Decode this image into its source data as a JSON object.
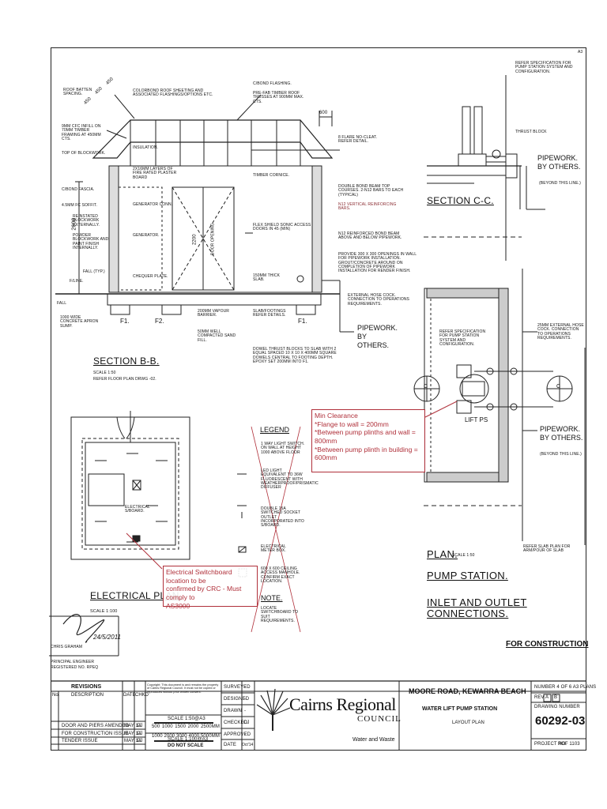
{
  "sheet": {
    "sheet_number": "A3",
    "status": "FOR CONSTRUCTION"
  },
  "section_cc": {
    "title": "SECTION C-C.",
    "notes": [
      "REFER SPECIFICATION FOR PUMP STATION SYSTEM AND CONFIGURATION.",
      "THRUST BLOCK"
    ],
    "pipework": "PIPEWORK. BY OTHERS.",
    "beyond": "(BEYOND THIS LINE.)"
  },
  "section_bb": {
    "title": "SECTION B-B.",
    "scale": "SCALE 1:50",
    "refer": "REFER FLOOR PLAN DRWG -02.",
    "dim_2600": "2600",
    "dim_2200": "2200",
    "dim_600": "600",
    "roof_dims": [
      "450",
      "450",
      "450"
    ],
    "door_label": "DOOR OPENING",
    "labels_left": [
      "ROOF BATTEN SPACING.",
      "9mm CFC INFILL ON 70mm TIMBER FRAMING AT 450mm CTS.",
      "TOP OF BLOCKWORK.",
      "C/BOND FASCIA.",
      "4.5mm FC SOFFIT.",
      "REINSTATED BLOCKWORK EXTERNALLY.",
      "POWDER BLOCKWORK AND PAINT FINISH INTERNALLY.",
      "FALL (TYP.)",
      "F/LINE.",
      "FALL",
      "1000 WIDE CONCRETE APRON SUMP."
    ],
    "labels_top": [
      "COLORBOND ROOF SHEETING AND ASSOCIATED FLASHINGS/OPTIONS ETC.",
      "C/BOND FLASHING.",
      "PRE-FAB TIMBER ROOF TRUSSES AT 900mm MAX. CTS.",
      "INSULATION.",
      "2X16mm LAYERS OF FIRE RATED PLASTER BOARD",
      "GENERATOR CONN.",
      "GENERATOR.",
      "CHEQUER PLATE.",
      "8 FLARE NO-CLEAT. REFER DETAIL.",
      "TIMBER CORNICE."
    ],
    "labels_right": [
      "DOUBLE BOND BEAM TOP COURSES. 2-N12 BARS TO EACH (TYPICAL)",
      "N12 VERTICAL REINFORCING BARS.",
      "FLEX SHIELD SONIC ACCESS DOORS IN 45 (MIN)",
      "N12 REINFORCED BOND BEAM ABOVE AND BELOW PIPEWORK.",
      "PROVIDE 300 X 300 OPENINGS IN WALL FOR PIPEWORK INSTALLATION. GROUT/CONCRETE AROUND ON COMPLETION OF PIPEWORK INSTALLATION FOR RENDER FINISH.",
      "150mm THICK SLAB.",
      "EXTERNAL HOSE COCK. CONNECTION TO OPERATIONS REQUIREMENTS.",
      "SLAB/FOOTINGS REFER DETAILS.",
      "200mm VAPOUR BARRIER.",
      "50mm WELL COMPACTED SAND FILL."
    ],
    "footings": [
      "F1.",
      "F2.",
      "F1."
    ],
    "pipework": "PIPEWORK. BY OTHERS.",
    "dowel_note": "DOWEL THRUST BLOCKS TO SLAB WITH 2 EQUAL SPACED 10 X 10 X 400mm SQUARE DOWELS CENTRAL TO FOOTING DEPTH. EPOXY SET 200mm INTO F1."
  },
  "plan": {
    "title": "PLAN.",
    "scale": "SCALE 1:50",
    "subtitle1": "PUMP STATION.",
    "subtitle2": "INLET AND OUTLET CONNECTIONS.",
    "lift_ps": "LIFT PS",
    "section_markers": [
      "C",
      "C"
    ],
    "notes": [
      "REFER SPECIFICATION FOR PUMP STATION SYSTEM AND CONFIGURATION.",
      "25mm EXTERNAL HOSE COCK. CONNECTION TO OPERATIONS REQUIREMENTS.",
      "REFER SLAB PLAN FOR ARM/POUR OF SLAB"
    ],
    "pipework": "PIPEWORK. BY OTHERS.",
    "beyond": "(BEYOND THIS LINE.)"
  },
  "legend": {
    "title": "LEGEND",
    "items": [
      "1 WAY LIGHT SWITCH. ON WALL AT HEIGHT 1000 ABOVE FLOOR",
      "LED LIGHT EQUIVALENT TO 36w FLUORESCENT WITH WEATHERPROOF/PRISMATIC DIFFUSER",
      "DOUBLE 15A SWITCHED SOCKET OUTLET INCORPORATED INTO S/BOARD.",
      "ELECTRICAL METER BOX.",
      "600 X 600 CEILING ACCESS MANHOLE. CONFIRM EXACT LOCATION."
    ],
    "note_title": "NOTE.",
    "note_text": "LOCATE SWITCHBOARD TO SUIT REQUIREMENTS."
  },
  "electrical": {
    "title": "ELECTRICAL PLAN.",
    "scale": "SCALE 1:100",
    "switchboard": "ELECTRICAL S/BOARD."
  },
  "callouts": {
    "clearance": {
      "line1": "Min Clearance",
      "line2": "*Flange to wall = 200mm",
      "line3": "*Between pump plinths and wall = 800mm",
      "line4": "*Between pump plinth in building = 600mm"
    },
    "switchboard": {
      "line1": "Electrical Switchboard location to be",
      "line2": "confirmed by CRC - Must comply to",
      "line3": "AS3000"
    }
  },
  "signature": {
    "date": "24/5/2011",
    "engineer": "CHRIS GRAHAM",
    "role": "PRINCIPAL ENGINEER",
    "reg": "REGISTERED NO. RPEQ"
  },
  "title_block": {
    "revisions_title": "REVISIONS",
    "rev_headers": [
      "No.",
      "DESCRIPTION",
      "DATE",
      "CHKD"
    ],
    "revisions": [
      {
        "no": "",
        "desc": "DOOR AND PIERS AMENDED",
        "date": "MAY 14",
        "chkd": "CJ"
      },
      {
        "no": "",
        "desc": "FOR CONSTRUCTION ISSUE",
        "date": "MAY 14",
        "chkd": "CJ"
      },
      {
        "no": "",
        "desc": "TENDER ISSUE",
        "date": "MAY 14",
        "chkd": "CJ"
      }
    ],
    "copyright": "Copyright: This document is and remains the property of Cairns Regional Council. It must not be copied or reproduced without prior written consent.",
    "scale_original": "SCALE 1:50@A3",
    "scale_ticks_top": [
      "500",
      "1000",
      "1500",
      "2000",
      "2500mm"
    ],
    "scale_2": "SCALE 1:100@A3",
    "scale_ticks_bottom": [
      "1000",
      "2000",
      "3000",
      "4000",
      "5000mm"
    ],
    "do_not_scale": "DO NOT SCALE",
    "approvals": [
      "SURVEYED",
      "DESIGNED",
      "DRAWN",
      "CHECKED",
      "APPROVED",
      "DATE"
    ],
    "approval_values": [
      "-",
      "-",
      "-",
      "CJ",
      "-",
      "Oct'14"
    ],
    "council_name": "Cairns Regional",
    "council_sub": "COUNCIL",
    "council_dept": "Water and Waste",
    "project": "MOORE ROAD, KEWARRA BEACH",
    "project_sub": "WATER LIFT PUMP STATION",
    "drawing_title": "LAYOUT PLAN",
    "sheet_of": "NUMBER 4 OF 6 A3 PLANS",
    "rev_label": "REV",
    "rev_letters": [
      "A",
      "B"
    ],
    "drawing_number_label": "DRAWING NUMBER",
    "drawing_number": "60292-03",
    "project_no_label": "PROJECT No.",
    "project_no": "PGF 1103"
  }
}
